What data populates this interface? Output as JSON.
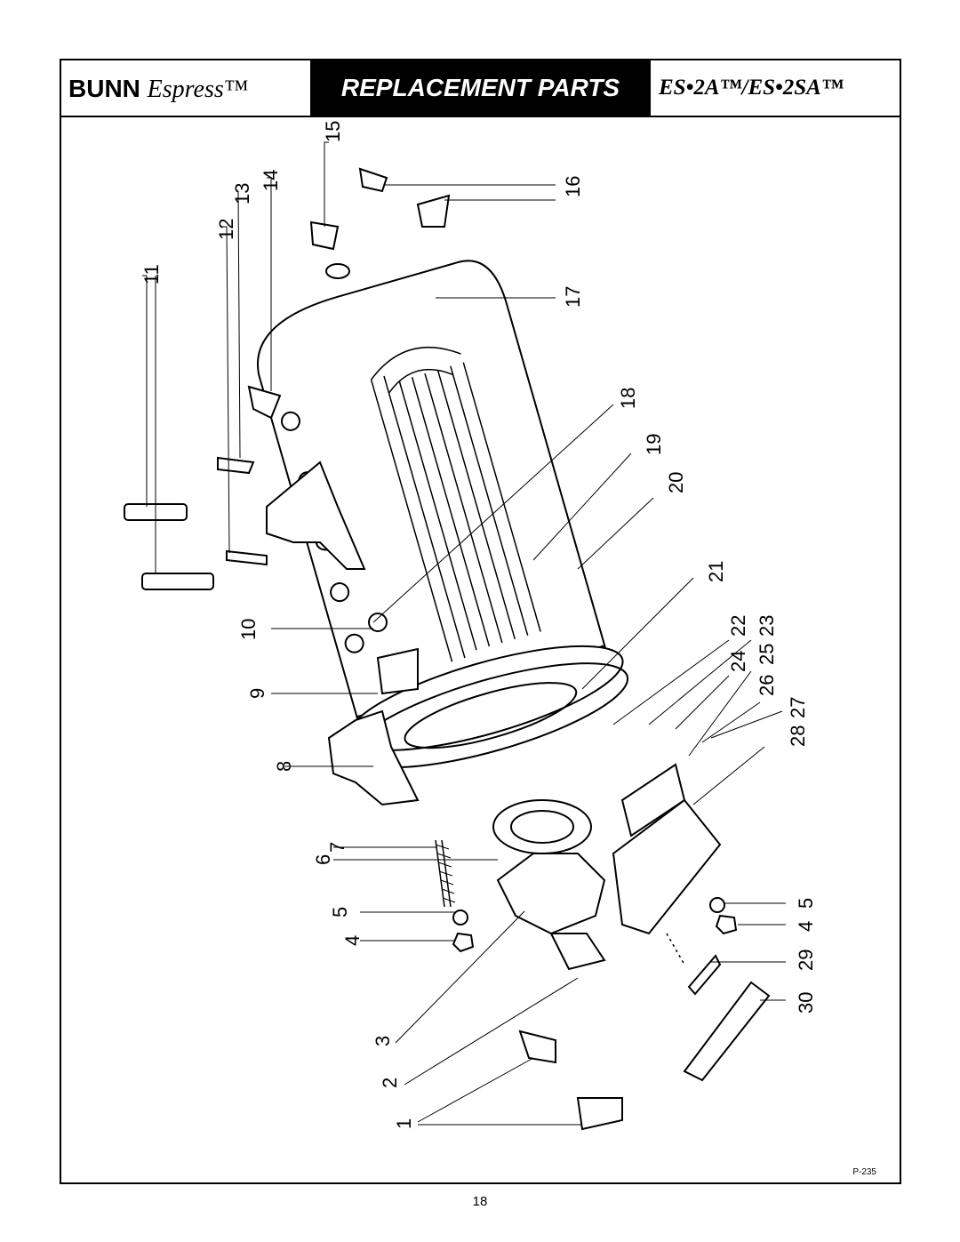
{
  "header": {
    "brand_bold": "BUNN",
    "brand_italic": "Espress™",
    "title": "REPLACEMENT PARTS",
    "model": "ES•2A™/ES•2SA™"
  },
  "callouts": [
    "1",
    "2",
    "3",
    "4",
    "5",
    "6",
    "7",
    "8",
    "9",
    "10",
    "11",
    "12",
    "13",
    "14",
    "15",
    "16",
    "17",
    "18",
    "19",
    "20",
    "21",
    "22",
    "23",
    "24",
    "25",
    "26",
    "27",
    "28",
    "29",
    "30",
    "5",
    "4"
  ],
  "drawing_ref": "P-235",
  "page_number": "18"
}
